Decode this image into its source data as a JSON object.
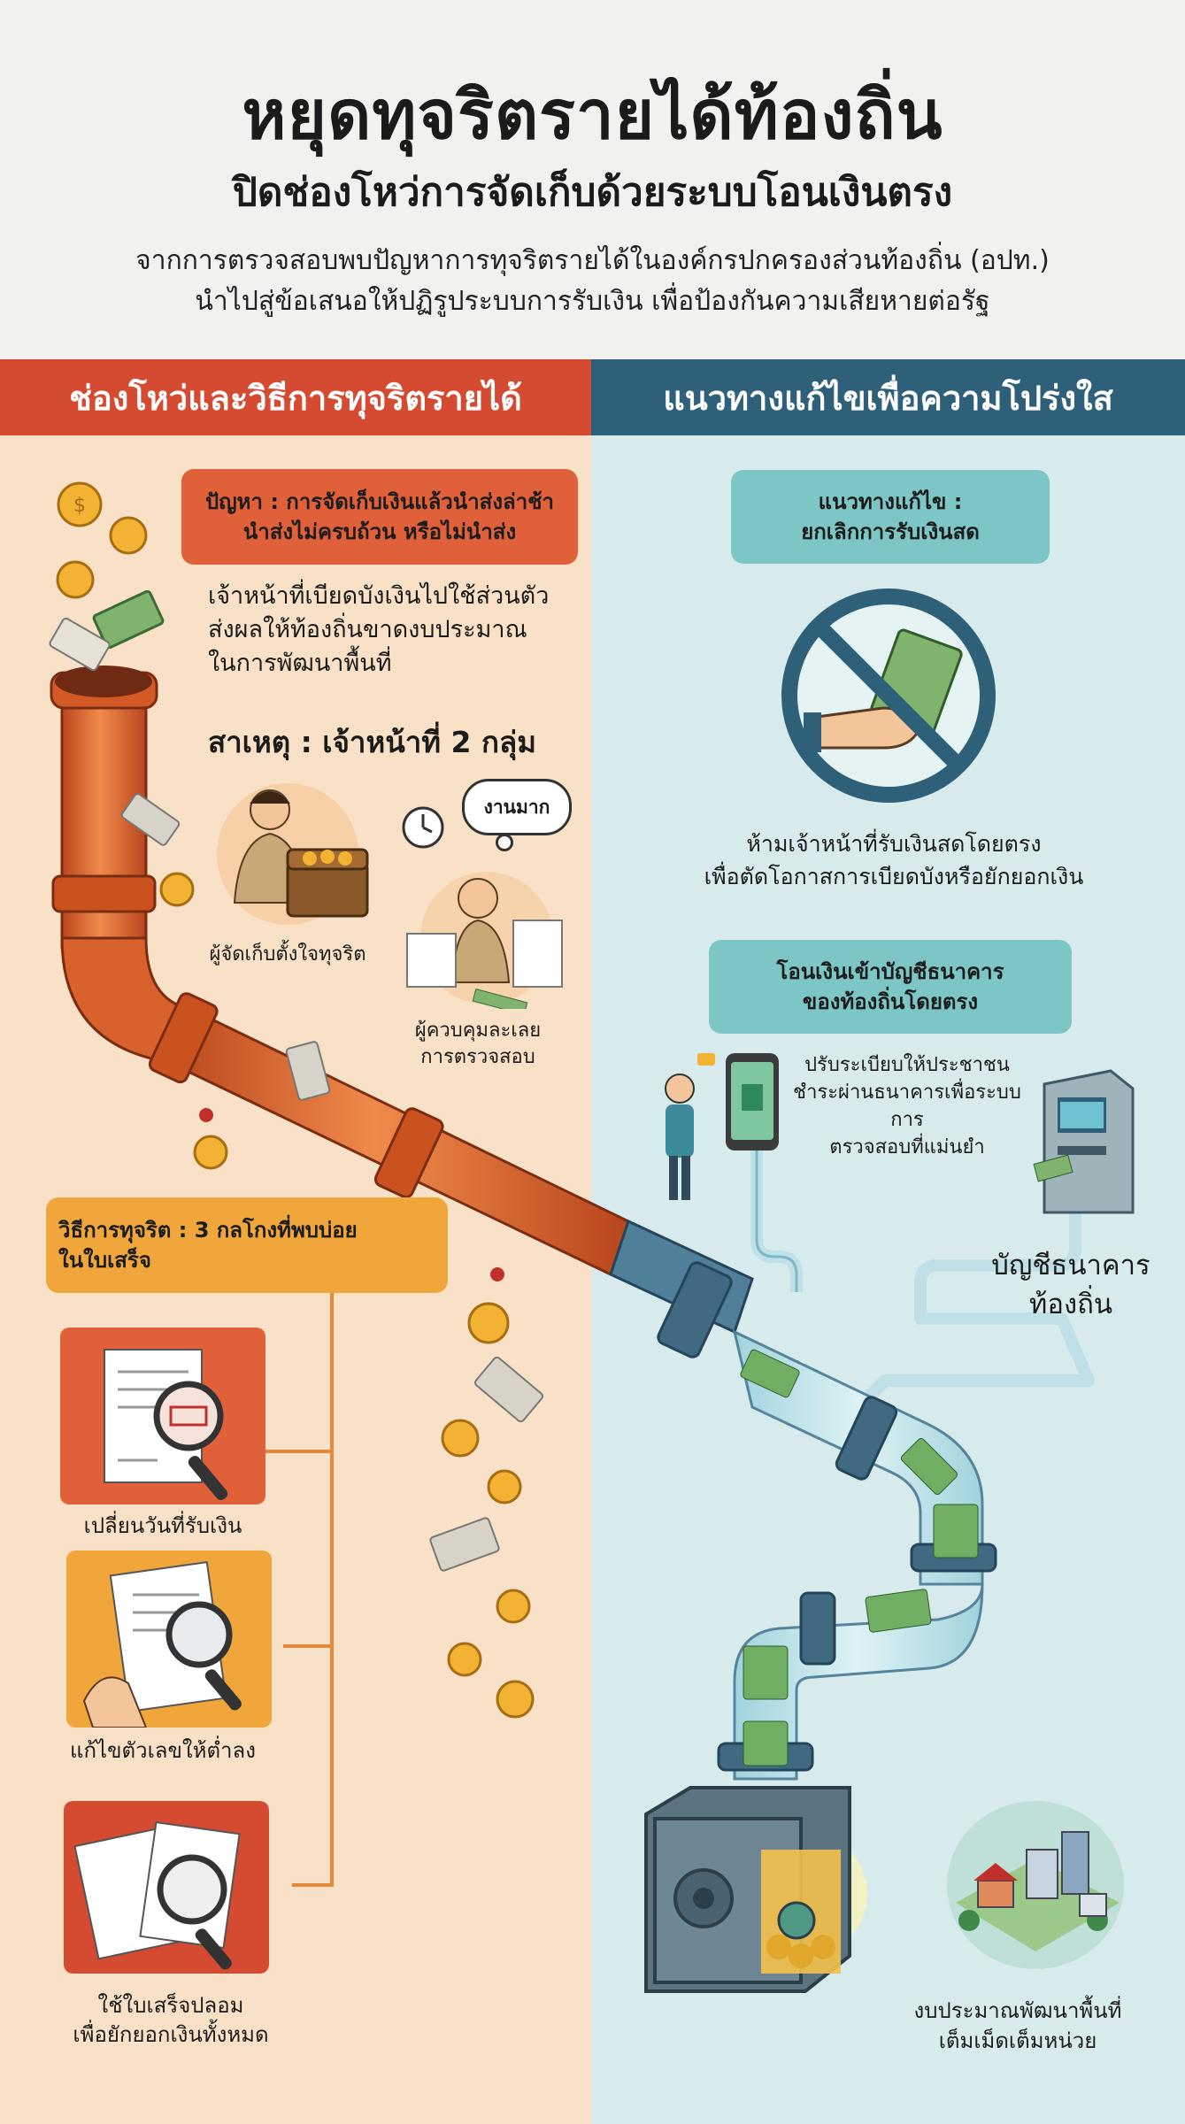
{
  "header": {
    "title": "หยุดทุจริตรายได้ท้องถิ่น",
    "subtitle": "ปิดช่องโหว่การจัดเก็บด้วยระบบโอนเงินตรง",
    "intro_line1": "จากการตรวจสอบพบปัญหาการทุจริตรายได้ในองค์กรปกครองส่วนท้องถิ่น (อปท.)",
    "intro_line2": "นำไปสู่ข้อเสนอให้ปฏิรูประบบการรับเงิน เพื่อป้องกันความเสียหายต่อรัฐ"
  },
  "left": {
    "heading": "ช่องโหว่และวิธีการทุจริตรายได้",
    "problem_line1": "ปัญหา : การจัดเก็บเงินแล้วนำส่งล่าช้า",
    "problem_line2": "นำส่งไม่ครบถ้วน หรือไม่นำส่ง",
    "effect_line1": "เจ้าหน้าที่เบียดบังเงินไปใช้ส่วนตัว",
    "effect_line2": "ส่งผลให้ท้องถิ่นขาดงบประมาณ",
    "effect_line3": "ในการพัฒนาพื้นที่",
    "cause_heading": "สาเหตุ : เจ้าหน้าที่ 2 กลุ่ม",
    "group1_caption": "ผู้จัดเก็บตั้งใจทุจริต",
    "group2_bubble": "งานมาก",
    "group2_caption_line1": "ผู้ควบคุมละเลย",
    "group2_caption_line2": "การตรวจสอบ",
    "methods_line1": "วิธีการทุจริต : 3 กลโกงที่พบบ่อย",
    "methods_line2": "ในใบเสร็จ",
    "method1": "เปลี่ยนวันที่รับเงิน",
    "method2": "แก้ไขตัวเลขให้ต่ำลง",
    "method3_line1": "ใช้ใบเสร็จปลอม",
    "method3_line2": "เพื่อยักยอกเงินทั้งหมด"
  },
  "right": {
    "heading": "แนวทางแก้ไขเพื่อความโปร่งใส",
    "solution_line1": "แนวทางแก้ไข :",
    "solution_line2": "ยกเลิกการรับเงินสด",
    "nocash_line1": "ห้ามเจ้าหน้าที่รับเงินสดโดยตรง",
    "nocash_line2": "เพื่อตัดโอกาสการเบียดบังหรือยักยอกเงิน",
    "transfer_line1": "โอนเงินเข้าบัญชีธนาคาร",
    "transfer_line2": "ของท้องถิ่นโดยตรง",
    "reform_line1": "ปรับระเบียบให้ประชาชน",
    "reform_line2": "ชำระผ่านธนาคารเพื่อระบบการ",
    "reform_line3": "ตรวจสอบที่แม่นยำ",
    "bank_line1": "บัญชีธนาคาร",
    "bank_line2": "ท้องถิ่น",
    "budget_line1": "งบประมาณพัฒนาพื้นที่",
    "budget_line2": "เต็มเม็ดเต็มหน่วย"
  },
  "colors": {
    "left_header": "#d54b32",
    "right_header": "#2f6079",
    "left_bg": "#f8e1c6",
    "right_bg": "#d8ebec",
    "problem_box": "#e0603a",
    "methods_box": "#f0a63a",
    "teal_box": "#7cc7c6",
    "rust_pipe": "#d9612b",
    "steel_pipe": "#4f7f99"
  },
  "icons": [
    "coin-icon",
    "banknote-icon",
    "pipe-icon",
    "crack-icon",
    "clerk-icon",
    "treasure-chest-icon",
    "clock-icon",
    "supervisor-icon",
    "magnifier-icon",
    "receipt-icon",
    "no-cash-icon",
    "phone-payment-icon",
    "person-icon",
    "atm-icon",
    "safe-icon",
    "city-icon"
  ]
}
